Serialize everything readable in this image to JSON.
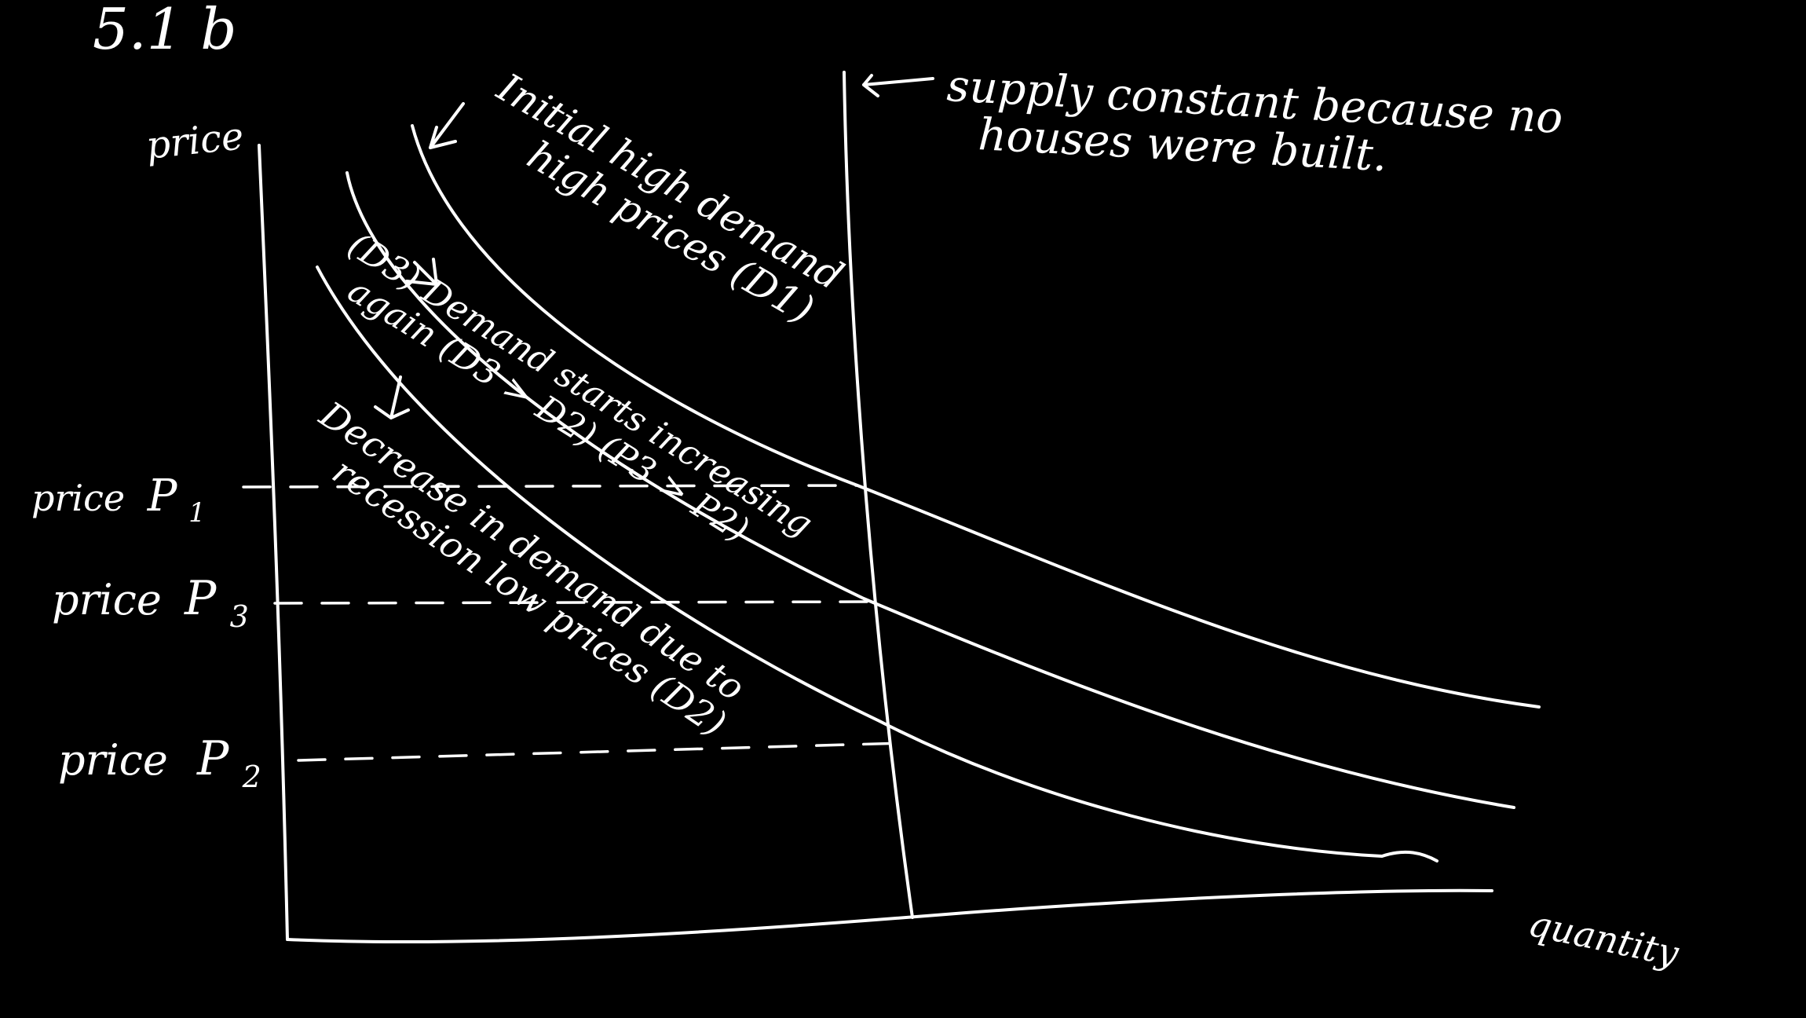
{
  "title": "5.1 b",
  "axes": {
    "y_label": "price",
    "x_label": "quantity"
  },
  "price_labels": [
    {
      "prefix": "price",
      "symbol": "P",
      "subscript": "1"
    },
    {
      "prefix": "price",
      "symbol": "P",
      "subscript": "3"
    },
    {
      "prefix": "price",
      "symbol": "P",
      "subscript": "2"
    }
  ],
  "annotations": {
    "supply_line1": "supply constant because no",
    "supply_line2": "houses were built.",
    "d1_line1": "Initial high demand",
    "d1_line2": "high prices (D1)",
    "d3_line1": "(D3) Demand starts increasing",
    "d3_line2": "again (D3 > D2) (P3 > P2)",
    "d2_line1": "Decrease in demand due to",
    "d2_line2": "recession low prices (D2)"
  },
  "colors": {
    "background": "#000000",
    "ink": "#ffffff"
  }
}
